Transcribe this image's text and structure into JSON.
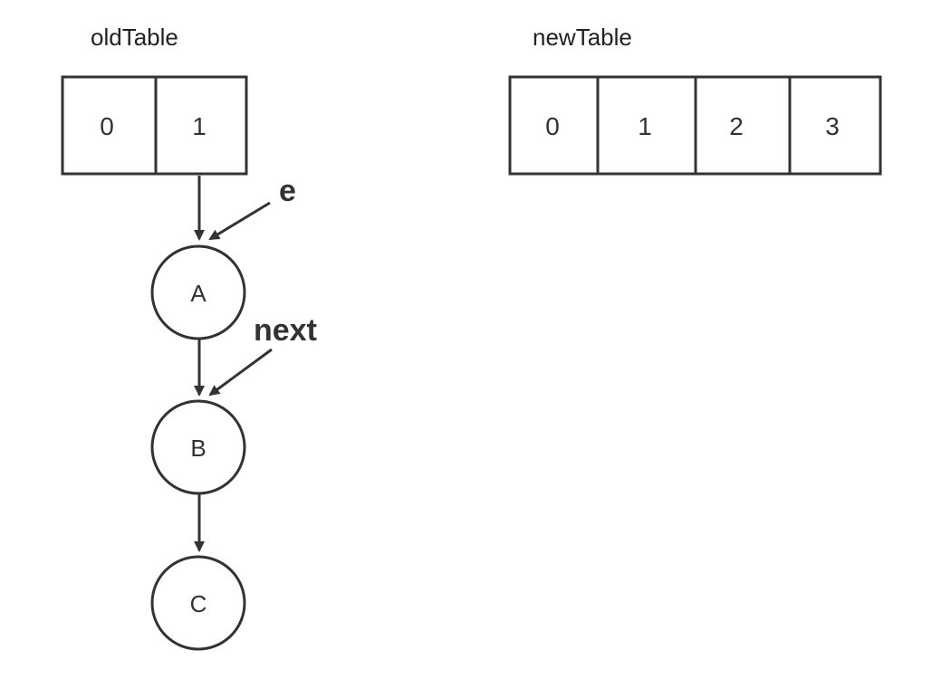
{
  "old_table": {
    "title": "oldTable",
    "cells": [
      "0",
      "1"
    ]
  },
  "new_table": {
    "title": "newTable",
    "cells": [
      "0",
      "1",
      "2",
      "3"
    ]
  },
  "nodes": [
    "A",
    "B",
    "C"
  ],
  "pointers": {
    "e_label": "e",
    "next_label": "next"
  },
  "colors": {
    "stroke": "#333333",
    "background": "#ffffff"
  }
}
